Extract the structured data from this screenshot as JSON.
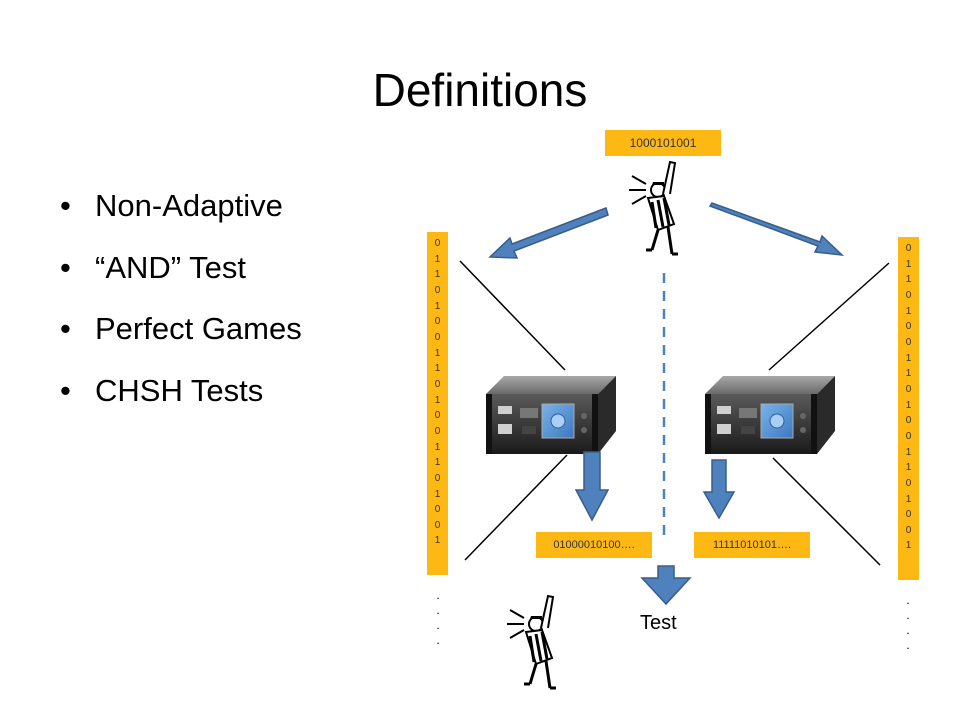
{
  "slide": {
    "title": "Definitions",
    "bullets": [
      "Non-Adaptive",
      "“AND” Test",
      "Perfect Games",
      "CHSH Tests"
    ]
  },
  "diagram": {
    "challenge_bits": "1000101001",
    "left_bits": [
      "0",
      "1",
      "1",
      "0",
      "1",
      "0",
      "0",
      "1",
      "1",
      "0",
      "1",
      "0",
      "0",
      "1",
      "1",
      "0",
      "1",
      "0",
      "0",
      "1"
    ],
    "right_bits": [
      "0",
      "1",
      "1",
      "0",
      "1",
      "0",
      "0",
      "1",
      "1",
      "0",
      "1",
      "0",
      "0",
      "1",
      "1",
      "0",
      "1",
      "0",
      "0",
      "1"
    ],
    "left_output": "01000010100….",
    "right_output": "11111010101….",
    "continuation_dots": [
      ".",
      ".",
      ".",
      "."
    ],
    "test_label": "Test",
    "colors": {
      "box": "#fdb813",
      "arrow_fill": "#4f81bd",
      "arrow_stroke": "#385d8a",
      "dashed_line": "#4f81bd"
    },
    "icons": [
      "referee-icon",
      "device-icon"
    ]
  }
}
